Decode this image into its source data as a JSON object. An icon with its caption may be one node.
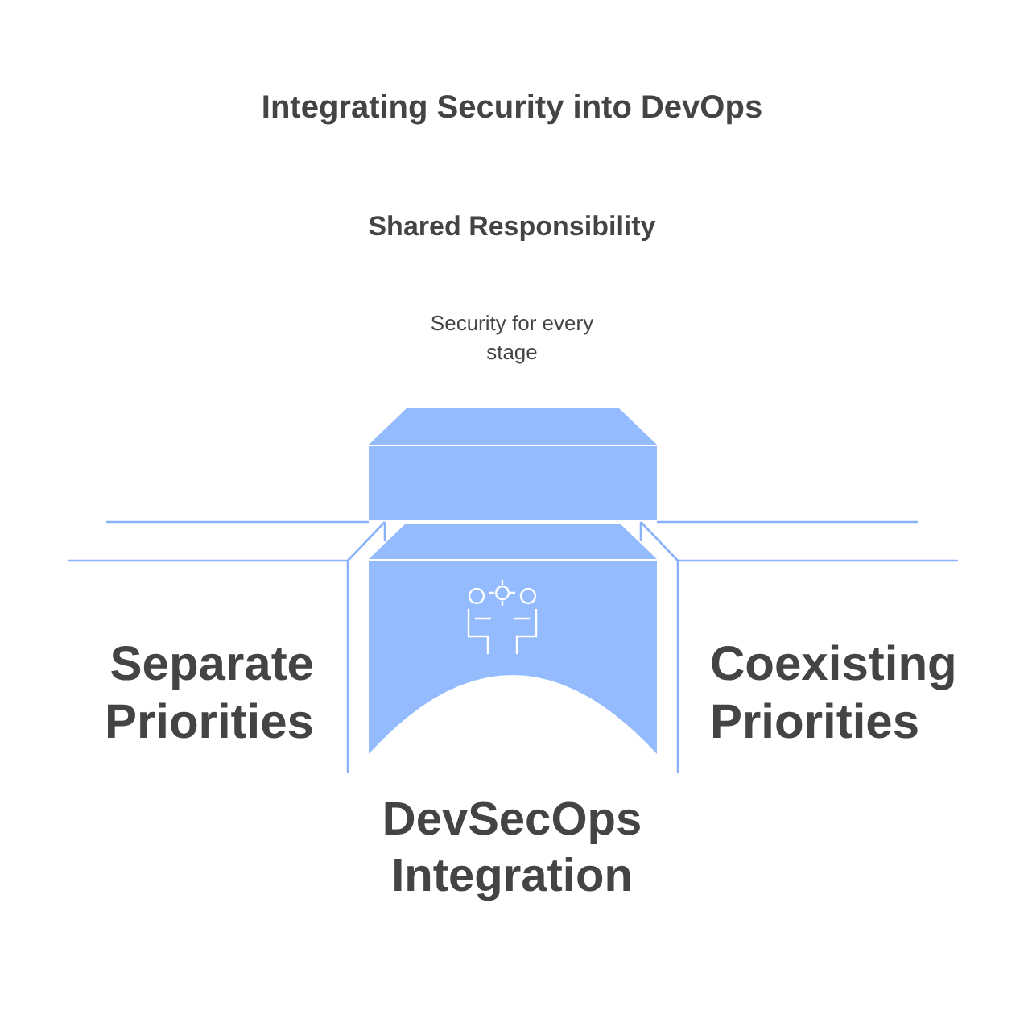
{
  "diagram": {
    "title": "Integrating Security into DevOps",
    "labels": [
      "Shared Responsibility",
      "Security for every stage",
      "Separate Priorities",
      "Coexisting Priorities",
      "DevSecOps Integration"
    ]
  }
}
